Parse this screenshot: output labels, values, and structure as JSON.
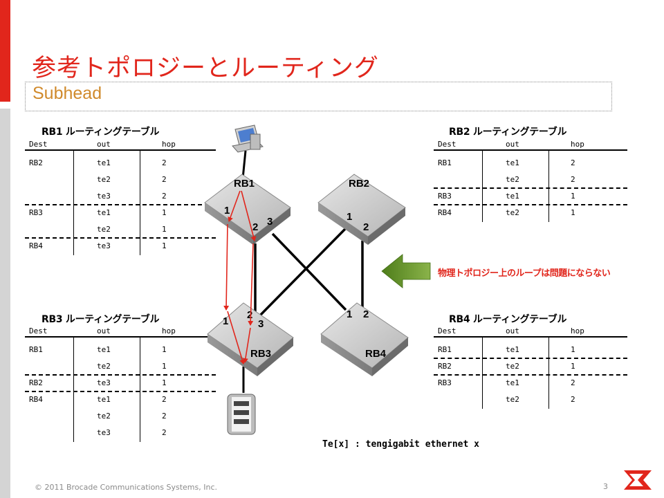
{
  "slide": {
    "title": "参考トポロジーとルーティング",
    "subhead": "Subhead",
    "footer": "© 2011 Brocade Communications Systems, Inc.",
    "page_number": "3",
    "callout": "物理トポロジー上のループは問題にならない",
    "legend": "Te[x] : tengigabit ethernet x"
  },
  "colors": {
    "accent": "#e1261c",
    "subhead": "#d08a2c",
    "arrow": "#5b8f22",
    "path": "#e1261c"
  },
  "switches": [
    {
      "name": "RB1",
      "ports": [
        "1",
        "2",
        "3"
      ]
    },
    {
      "name": "RB2",
      "ports": [
        "1",
        "2"
      ]
    },
    {
      "name": "RB3",
      "ports": [
        "1",
        "2",
        "3"
      ]
    },
    {
      "name": "RB4",
      "ports": [
        "1",
        "2"
      ]
    }
  ],
  "icons": {
    "top": "computer-icon",
    "bottom": "server-icon",
    "callout": "arrow-left-icon",
    "logo": "brocade-logo-icon"
  },
  "tables": [
    {
      "title": "RB1 ルーティングテーブル",
      "headers": [
        "Dest",
        "out",
        "hop"
      ],
      "rows": [
        [
          "RB2",
          "te1",
          "2"
        ],
        [
          "",
          "te2",
          "2"
        ],
        [
          "",
          "te3",
          "2"
        ],
        [
          "RB3",
          "te1",
          "1"
        ],
        [
          "",
          "te2",
          "1"
        ],
        [
          "RB4",
          "te3",
          "1"
        ]
      ],
      "separators_after": [
        2,
        4
      ]
    },
    {
      "title": "RB2 ルーティングテーブル",
      "headers": [
        "Dest",
        "out",
        "hop"
      ],
      "rows": [
        [
          "RB1",
          "te1",
          "2"
        ],
        [
          "",
          "te2",
          "2"
        ],
        [
          "RB3",
          "te1",
          "1"
        ],
        [
          "RB4",
          "te2",
          "1"
        ]
      ],
      "separators_after": [
        1,
        2
      ]
    },
    {
      "title": "RB3 ルーティングテーブル",
      "headers": [
        "Dest",
        "out",
        "hop"
      ],
      "rows": [
        [
          "RB1",
          "te1",
          "1"
        ],
        [
          "",
          "te2",
          "1"
        ],
        [
          "RB2",
          "te3",
          "1"
        ],
        [
          "RB4",
          "te1",
          "2"
        ],
        [
          "",
          "te2",
          "2"
        ],
        [
          "",
          "te3",
          "2"
        ]
      ],
      "separators_after": [
        1,
        2
      ]
    },
    {
      "title": "RB4 ルーティングテーブル",
      "headers": [
        "Dest",
        "out",
        "hop"
      ],
      "rows": [
        [
          "RB1",
          "te1",
          "1"
        ],
        [
          "RB2",
          "te2",
          "1"
        ],
        [
          "RB3",
          "te1",
          "2"
        ],
        [
          "",
          "te2",
          "2"
        ]
      ],
      "separators_after": [
        0,
        1
      ]
    }
  ]
}
